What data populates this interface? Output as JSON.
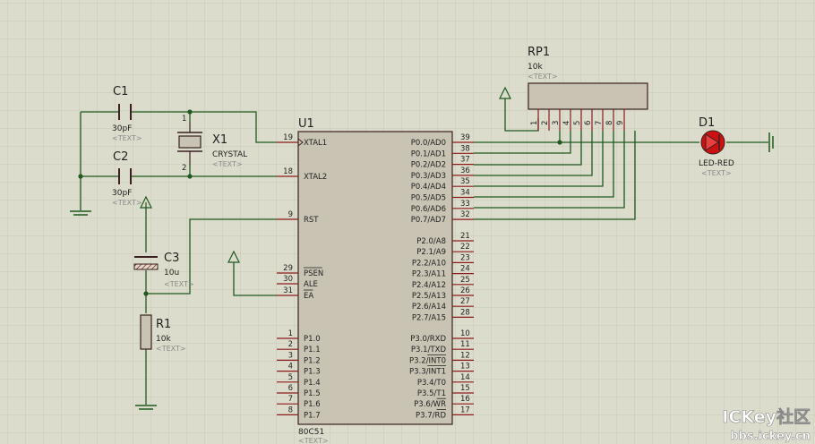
{
  "mcu": {
    "ref": "U1",
    "part": "80C51",
    "text": "<TEXT>",
    "left_pins": [
      {
        "num": "19",
        "name": "XTAL1"
      },
      {
        "num": "18",
        "name": "XTAL2"
      },
      {
        "num": "9",
        "name": "RST"
      },
      {
        "num": "29",
        "name": "PSEN"
      },
      {
        "num": "30",
        "name": "ALE"
      },
      {
        "num": "31",
        "name": "EA"
      }
    ],
    "port1": [
      {
        "num": "1",
        "name": "P1.0"
      },
      {
        "num": "2",
        "name": "P1.1"
      },
      {
        "num": "3",
        "name": "P1.2"
      },
      {
        "num": "4",
        "name": "P1.3"
      },
      {
        "num": "5",
        "name": "P1.4"
      },
      {
        "num": "6",
        "name": "P1.5"
      },
      {
        "num": "7",
        "name": "P1.6"
      },
      {
        "num": "8",
        "name": "P1.7"
      }
    ],
    "port0": [
      {
        "num": "39",
        "name": "P0.0/AD0"
      },
      {
        "num": "38",
        "name": "P0.1/AD1"
      },
      {
        "num": "37",
        "name": "P0.2/AD2"
      },
      {
        "num": "36",
        "name": "P0.3/AD3"
      },
      {
        "num": "35",
        "name": "P0.4/AD4"
      },
      {
        "num": "34",
        "name": "P0.5/AD5"
      },
      {
        "num": "33",
        "name": "P0.6/AD6"
      },
      {
        "num": "32",
        "name": "P0.7/AD7"
      }
    ],
    "port2": [
      {
        "num": "21",
        "name": "P2.0/A8"
      },
      {
        "num": "22",
        "name": "P2.1/A9"
      },
      {
        "num": "23",
        "name": "P2.2/A10"
      },
      {
        "num": "24",
        "name": "P2.3/A11"
      },
      {
        "num": "25",
        "name": "P2.4/A12"
      },
      {
        "num": "26",
        "name": "P2.5/A13"
      },
      {
        "num": "27",
        "name": "P2.6/A14"
      },
      {
        "num": "28",
        "name": "P2.7/A15"
      }
    ],
    "port3": [
      {
        "num": "10",
        "name": "P3.0/RXD"
      },
      {
        "num": "11",
        "name": "P3.1/TXD"
      },
      {
        "num": "12",
        "name": "P3.2/INT0"
      },
      {
        "num": "13",
        "name": "P3.3/INT1"
      },
      {
        "num": "14",
        "name": "P3.4/T0"
      },
      {
        "num": "15",
        "name": "P3.5/T1"
      },
      {
        "num": "16",
        "name": "P3.6/WR"
      },
      {
        "num": "17",
        "name": "P3.7/RD"
      }
    ]
  },
  "rp1": {
    "ref": "RP1",
    "value": "10k",
    "text": "<TEXT>",
    "pins": [
      "1",
      "2",
      "3",
      "4",
      "5",
      "6",
      "7",
      "8",
      "9"
    ]
  },
  "c1": {
    "ref": "C1",
    "value": "30pF",
    "text": "<TEXT>"
  },
  "c2": {
    "ref": "C2",
    "value": "30pF",
    "text": "<TEXT>"
  },
  "c3": {
    "ref": "C3",
    "value": "10u",
    "text": "<TEXT>"
  },
  "x1": {
    "ref": "X1",
    "value": "CRYSTAL",
    "text": "<TEXT>",
    "pin1": "1",
    "pin2": "2"
  },
  "r1": {
    "ref": "R1",
    "value": "10k",
    "text": "<TEXT>"
  },
  "d1": {
    "ref": "D1",
    "value": "LED-RED",
    "text": "<TEXT>"
  },
  "watermark": {
    "line1": "ICKey社区",
    "line2": "bbs.ickey.cn"
  },
  "colors": {
    "background": "#dcdccc",
    "grid": "#c8c8b8",
    "wire": "#1f5a1f",
    "body": "#c9c3b3",
    "outline": "#3a2020",
    "pin": "#8b1a1a",
    "led": "#cc1111",
    "cap_hatch": "#8b1a1a"
  }
}
